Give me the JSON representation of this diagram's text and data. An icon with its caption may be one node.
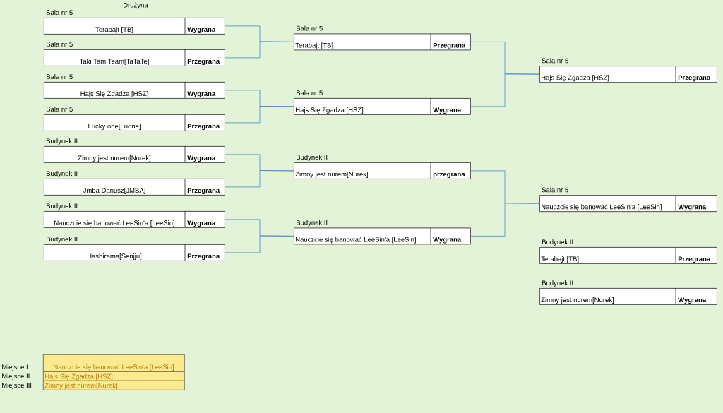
{
  "diagram": {
    "nodes": [
      {
        "text": [
          "Sala nr 5",
          "Terabajt [TB]",
          "Wygrana"
        ]
      },
      {
        "text": [
          "Sala nr 5",
          "Taki Tam Team[TaTaTe]",
          "Przegrana"
        ]
      },
      {
        "text": [
          "Sala nr 5",
          "Hajs Się Zgadza [HSZ]",
          "Wygrana"
        ]
      },
      {
        "text": [
          "Sala nr 5",
          "Lucky one[Luone]",
          "Przegrana"
        ]
      },
      {
        "text": [
          "Budynek II",
          "Zimny jest nurem[Nurek]",
          "Wygrana"
        ]
      },
      {
        "text": [
          "Budynek II",
          "Jmba Dariusz[JMBA]",
          "Przegrana"
        ]
      },
      {
        "text": [
          "Budynek II",
          "Nauczcie się banować LeeSin'a [LeeSin]",
          "Wygrana"
        ]
      },
      {
        "text": [
          "Budynek II",
          "Hashirama[Senjju]",
          "Przegrana"
        ]
      },
      {
        "text": [
          "Sala nr 5",
          "Terabajt [TB]",
          "Przegrana"
        ]
      },
      {
        "text": [
          "Sala nr 5",
          "Hajs Się Zgadza [HSZ]",
          "Wygrana"
        ]
      },
      {
        "text": [
          "Budynek II",
          "Zimny jest nurem[Nurek]",
          "przegrana"
        ]
      },
      {
        "text": [
          "Budynek II",
          "Nauczcie się banować LeeSin'a [LeeSin]",
          "Wygrana"
        ]
      },
      {
        "text": [
          "Sala nr 5",
          "Hajs Się Zgadza [HSZ]",
          "Przegrana"
        ]
      },
      {
        "text": [
          "Sala nr 5",
          "Nauczcie się banować LeeSin'a [LeeSin]",
          "Wygrana"
        ]
      },
      {
        "text": [
          "Budynek II",
          "Terabajt [TB]",
          "Przegrana"
        ]
      },
      {
        "text": [
          "Budynek II",
          "Zimny jest nurem[Nurek]",
          "Wygrana"
        ]
      },
      {
        "text": [
          "Nauczcie się banować LeeSin'a [LeeSin]"
        ],
        "beside": [
          "Miejsce I"
        ]
      },
      {
        "text": [
          "Hajs Się Zgadza [HSZ]"
        ],
        "beside": [
          "Miejsce II"
        ]
      },
      {
        "text": [
          "Zimny jest nurem[Nurek]"
        ],
        "beside": [
          "Miejsce III"
        ]
      }
    ],
    "edges": [
      {
        "from": 0,
        "to": 8,
        "arrow": "none"
      },
      {
        "from": 1,
        "to": 8,
        "arrow": "none"
      },
      {
        "from": 2,
        "to": 9,
        "arrow": "none"
      },
      {
        "from": 3,
        "to": 9,
        "arrow": "none"
      },
      {
        "from": 4,
        "to": 10,
        "arrow": "none"
      },
      {
        "from": 5,
        "to": 10,
        "arrow": "none"
      },
      {
        "from": 6,
        "to": 11,
        "arrow": "none"
      },
      {
        "from": 7,
        "to": 11,
        "arrow": "none"
      },
      {
        "from": 8,
        "to": 12,
        "arrow": "none"
      },
      {
        "from": 9,
        "to": 12,
        "arrow": "none"
      },
      {
        "from": 10,
        "to": 13,
        "arrow": "none"
      },
      {
        "from": 11,
        "to": 13,
        "arrow": "none"
      }
    ],
    "labels": [
      "Drużyna"
    ]
  }
}
